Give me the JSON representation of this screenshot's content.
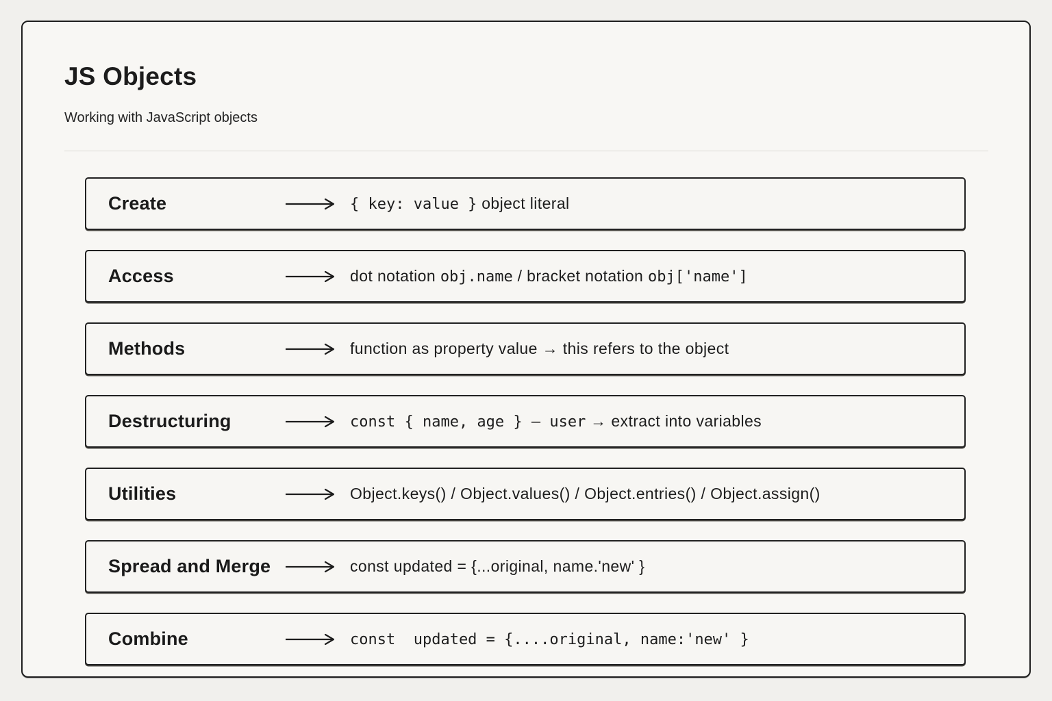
{
  "card": {
    "title": "JS Objects",
    "subtitle": "Working with JavaScript objects"
  },
  "icons": {
    "row_arrow": "long-right-arrow"
  },
  "rows": [
    {
      "label": "Create",
      "segments": [
        {
          "style": "code",
          "text": "{ key: value }"
        },
        {
          "style": "plain",
          "text": " object literal"
        }
      ]
    },
    {
      "label": "Access",
      "segments": [
        {
          "style": "plain",
          "text": "dot notation "
        },
        {
          "style": "code",
          "text": "obj.name"
        },
        {
          "style": "plain",
          "text": " / bracket notation "
        },
        {
          "style": "code",
          "text": "obj['name']"
        }
      ]
    },
    {
      "label": "Methods",
      "segments": [
        {
          "style": "plain",
          "text": "function as property value → this refers to the object"
        }
      ]
    },
    {
      "label": "Destructuring",
      "segments": [
        {
          "style": "code",
          "text": "const { name, age } – user"
        },
        {
          "style": "plain",
          "text": " → extract into variables"
        }
      ]
    },
    {
      "label": "Utilities",
      "segments": [
        {
          "style": "plain",
          "text": "Object.keys() / Object.values() / Object.entries() / Object.assign()"
        }
      ]
    },
    {
      "label": "Spread and Merge",
      "segments": [
        {
          "style": "plain",
          "text": "const updated = {...original, name.'new' }"
        }
      ]
    },
    {
      "label": "Combine",
      "segments": [
        {
          "style": "code",
          "text": "const  updated = {....original, name:'new' }"
        }
      ]
    }
  ]
}
